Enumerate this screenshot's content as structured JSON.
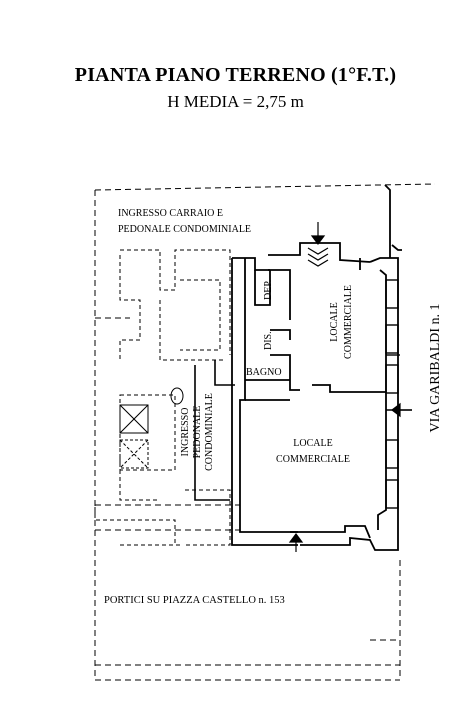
{
  "title": "PIANTA PIANO TERRENO (1°F.T.)",
  "subtitle": "H MEDIA = 2,75 m",
  "labels": {
    "ingresso_carraio_1": "INGRESSO CARRAIO E",
    "ingresso_carraio_2": "PEDONALE CONDOMINIALE",
    "dis": "DIS.",
    "dep": "DEP.",
    "locale_comm_top_1": "LOCALE",
    "locale_comm_top_2": "COMMERCIALE",
    "bagno": "BAGNO",
    "ingresso_ped_1": "INGRESSO",
    "ingresso_ped_2": "PEDONALE",
    "ingresso_ped_3": "CONDOMINIALE",
    "locale_comm_bottom_1": "LOCALE",
    "locale_comm_bottom_2": "COMMERCIALE",
    "via_garibaldi": "VIA GARIBALDI n. 1",
    "portici": "PORTICI  SU PIAZZA CASTELLO  n. 153"
  }
}
